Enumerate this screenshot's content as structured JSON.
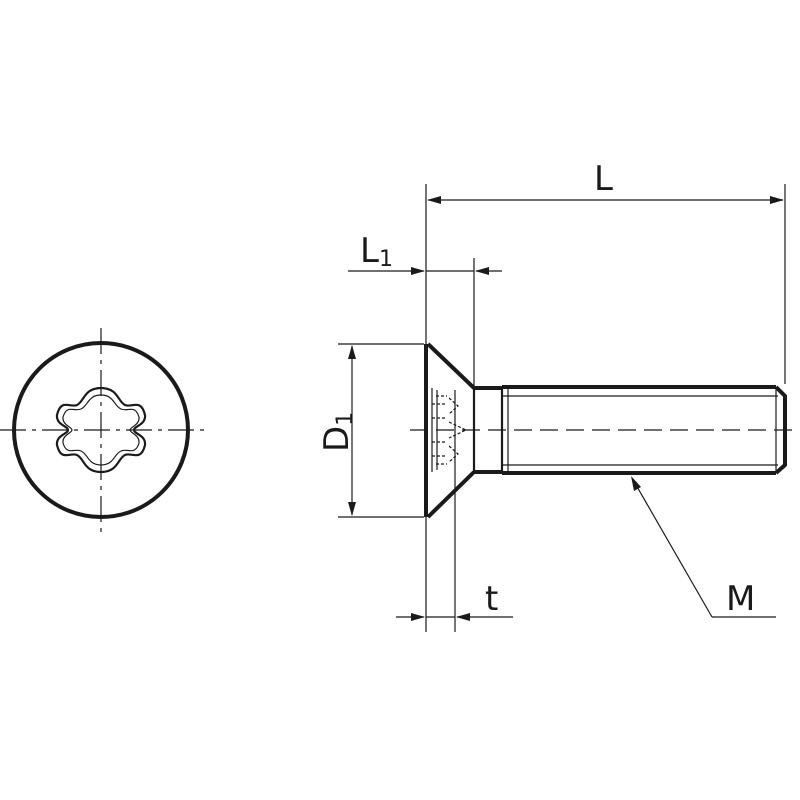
{
  "labels": {
    "L": "L",
    "L1_main": "L",
    "L1_sub": "1",
    "D1_main": "D",
    "D1_sub": "1",
    "t": "t",
    "M": "M"
  }
}
